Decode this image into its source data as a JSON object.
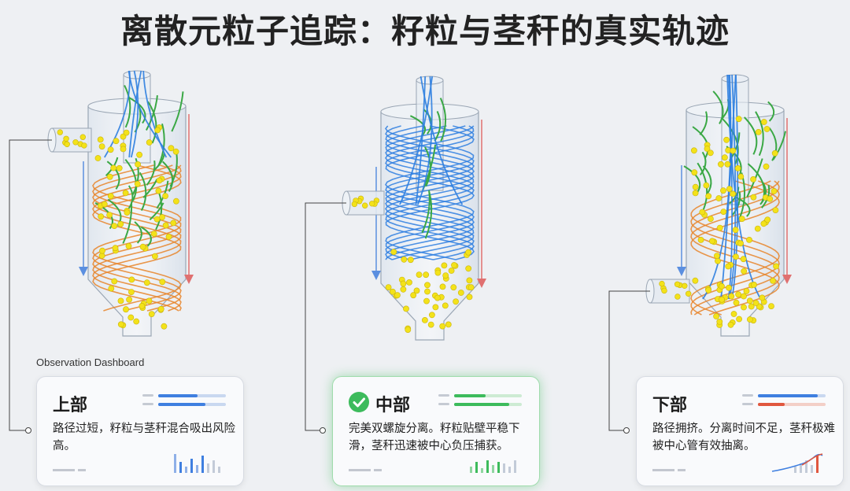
{
  "title": "离散元粒子追踪：籽粒与茎秆的真实轨迹",
  "dashboard_label": "Observation Dashboard",
  "colors": {
    "grain": "#f3e21a",
    "stalk": "#3aa845",
    "spiral_orange": "#e8852a",
    "spiral_blue": "#2f7fe0",
    "ok_green": "#3dbb5c"
  },
  "cards": [
    {
      "title": "上部",
      "desc": "路径过短，籽粒与茎秆混合吸出风险高。"
    },
    {
      "title": "中部",
      "desc": "完美双螺旋分离。籽粒贴壁平稳下滑，茎秆迅速被中心负压捕获。",
      "status_icon": "check-icon"
    },
    {
      "title": "下部",
      "desc": "路径拥挤。分离时间不足，茎秆极难被中心管有效抽离。"
    }
  ]
}
